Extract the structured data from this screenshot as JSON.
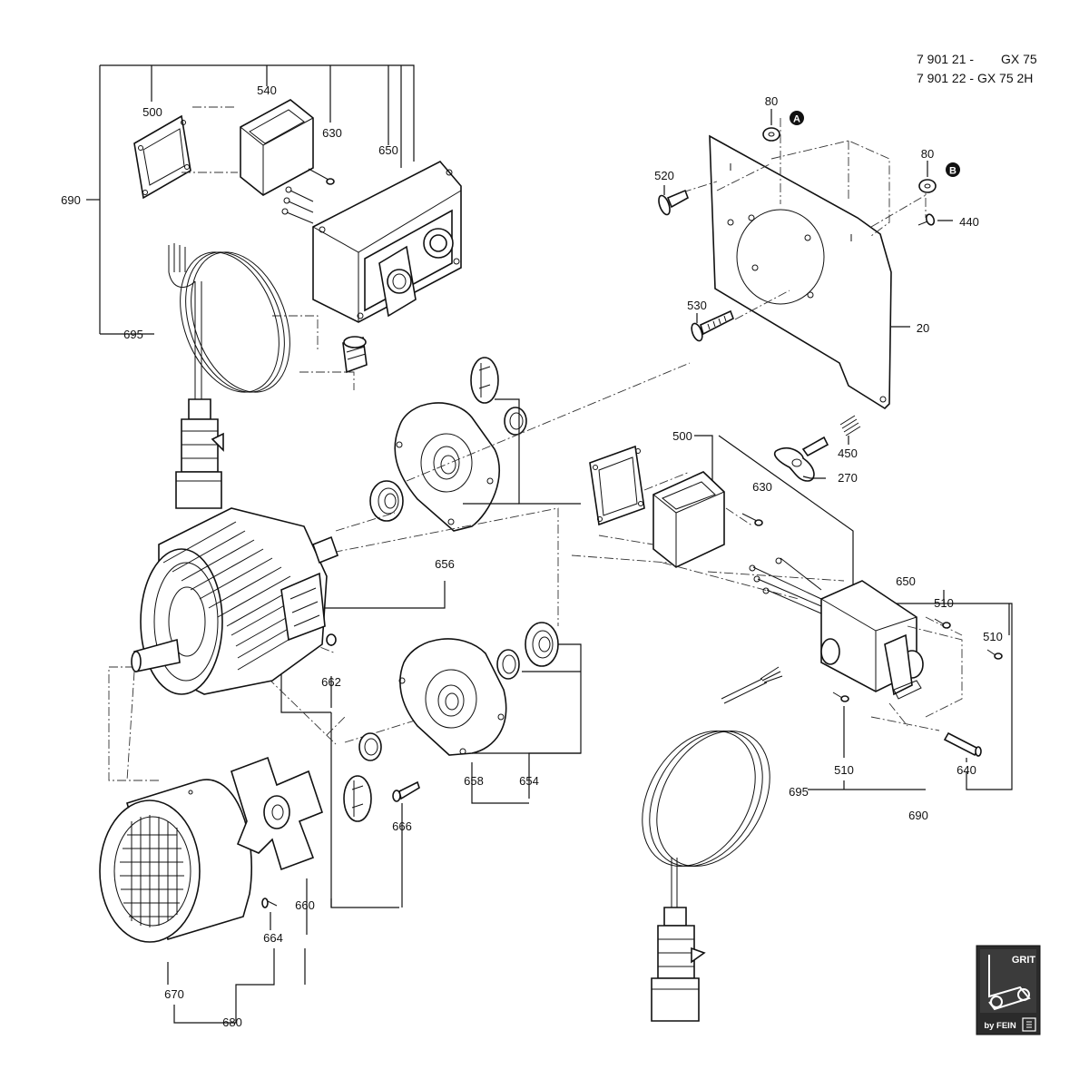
{
  "header": {
    "line1_code": "7 901 21 -",
    "line1_model": "GX 75",
    "line2": "7 901 22 - GX 75 2H"
  },
  "markers": {
    "a": "A",
    "b": "B"
  },
  "labels": {
    "l500_top": "500",
    "l540": "540",
    "l630_top": "630",
    "l650_top": "650",
    "l690_left": "690",
    "l695_left": "695",
    "l80_a": "80",
    "l80_b": "80",
    "l520": "520",
    "l440": "440",
    "l530": "530",
    "l20": "20",
    "l500_right": "500",
    "l450": "450",
    "l270": "270",
    "l630_right": "630",
    "l656": "656",
    "l650_right": "650",
    "l510_a": "510",
    "l510_b": "510",
    "l662": "662",
    "l510_c": "510",
    "l640": "640",
    "l695_right": "695",
    "l690_right": "690",
    "l658": "658",
    "l654": "654",
    "l666": "666",
    "l660": "660",
    "l664": "664",
    "l670": "670",
    "l680": "680"
  },
  "logo": {
    "top": "GRIT",
    "bottom": "by FEIN"
  }
}
